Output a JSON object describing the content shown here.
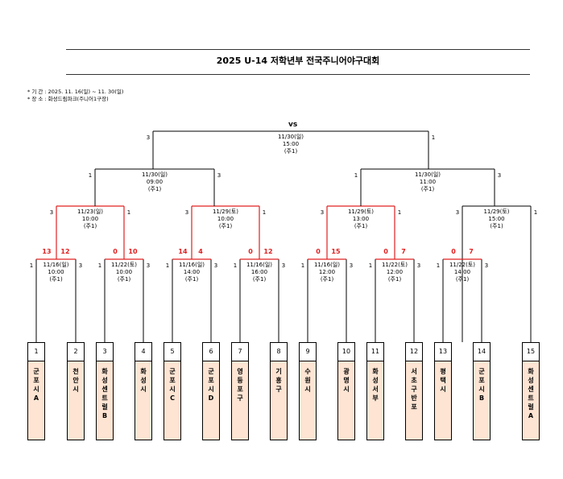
{
  "title": "2025 U-14 저학년부 전국주니어야구대회",
  "info": {
    "period": "* 기    간 : 2025. 11. 16(일) ~ 11. 30(일)",
    "venue": "* 장    소 : 화성드림파크(주니어1구장)"
  },
  "final_label": "vs",
  "teams": [
    {
      "seed": "1",
      "name": "군포시A"
    },
    {
      "seed": "2",
      "name": "천안시"
    },
    {
      "seed": "3",
      "name": "화성센트럴B"
    },
    {
      "seed": "4",
      "name": "화성시"
    },
    {
      "seed": "5",
      "name": "군포시C"
    },
    {
      "seed": "6",
      "name": "군포시D"
    },
    {
      "seed": "7",
      "name": "영등포구"
    },
    {
      "seed": "8",
      "name": "기흥구"
    },
    {
      "seed": "9",
      "name": "수원시"
    },
    {
      "seed": "10",
      "name": "광명시"
    },
    {
      "seed": "11",
      "name": "화성서부"
    },
    {
      "seed": "12",
      "name": "서초구반포"
    },
    {
      "seed": "13",
      "name": "평택시"
    },
    {
      "seed": "14",
      "name": "군포시B"
    },
    {
      "seed": "15",
      "name": "화성센트럴A"
    }
  ],
  "matches": [
    {
      "id": "r1a",
      "date": "11/16(일)",
      "time": "10:00",
      "field": "(주1)",
      "ls": "1",
      "rs": "3",
      "lsc": "13",
      "rsc": "12"
    },
    {
      "id": "r1b",
      "date": "11/22(토)",
      "time": "10:00",
      "field": "(주1)",
      "ls": "1",
      "rs": "3",
      "lsc": "0",
      "rsc": "10"
    },
    {
      "id": "r1c",
      "date": "11/16(일)",
      "time": "14:00",
      "field": "(주1)",
      "ls": "1",
      "rs": "3",
      "lsc": "14",
      "rsc": "4"
    },
    {
      "id": "r1d",
      "date": "11/16(일)",
      "time": "16:00",
      "field": "(주1)",
      "ls": "1",
      "rs": "3",
      "lsc": "0",
      "rsc": "12"
    },
    {
      "id": "r1e",
      "date": "11/16(일)",
      "time": "12:00",
      "field": "(주1)",
      "ls": "1",
      "rs": "3",
      "lsc": "0",
      "rsc": "15"
    },
    {
      "id": "r1f",
      "date": "11/22(토)",
      "time": "12:00",
      "field": "(주1)",
      "ls": "1",
      "rs": "3",
      "lsc": "0",
      "rsc": "7"
    },
    {
      "id": "r1g",
      "date": "11/22(토)",
      "time": "14:00",
      "field": "(주1)",
      "ls": "1",
      "rs": "3",
      "lsc": "0",
      "rsc": "7"
    },
    {
      "id": "r2a",
      "date": "11/23(일)",
      "time": "10:00",
      "field": "(주1)",
      "ls": "3",
      "rs": "1"
    },
    {
      "id": "r2b",
      "date": "11/29(토)",
      "time": "10:00",
      "field": "(주1)",
      "ls": "3",
      "rs": "1"
    },
    {
      "id": "r2c",
      "date": "11/29(토)",
      "time": "13:00",
      "field": "(주1)",
      "ls": "3",
      "rs": "1"
    },
    {
      "id": "r2d",
      "date": "11/29(토)",
      "time": "15:00",
      "field": "(주1)",
      "ls": "3",
      "rs": "1"
    },
    {
      "id": "sfa",
      "date": "11/30(일)",
      "time": "09:00",
      "field": "(주1)",
      "ls": "1",
      "rs": "3"
    },
    {
      "id": "sfb",
      "date": "11/30(일)",
      "time": "11:00",
      "field": "(주1)",
      "ls": "1",
      "rs": "3"
    },
    {
      "id": "fin",
      "date": "11/30(일)",
      "time": "15:00",
      "field": "(주1)",
      "ls": "3",
      "rs": "1"
    }
  ]
}
